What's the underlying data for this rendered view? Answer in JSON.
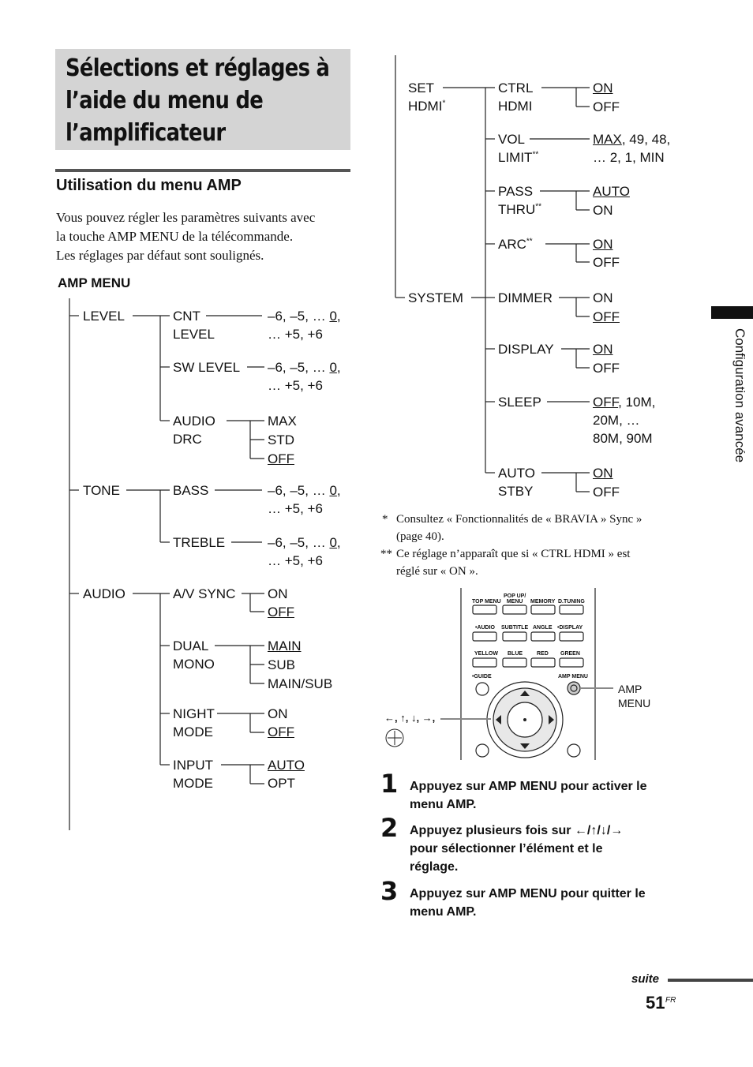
{
  "header": {
    "title_line1": "Sélections et réglages à",
    "title_line2": "l’aide du menu de",
    "title_line3": "l’amplificateur"
  },
  "section": {
    "heading": "Utilisation du menu AMP",
    "intro_1": "Vous pouvez régler les paramètres suivants avec",
    "intro_2": "la touche AMP MENU de la télécommande.",
    "intro_3": "Les réglages par défaut sont soulignés."
  },
  "amp_menu_label": "AMP MENU",
  "tree": {
    "level": "LEVEL",
    "cnt_1": "CNT",
    "cnt_2": "LEVEL",
    "range_pre": "–6, –5, … ",
    "range_zero": "0",
    "range_post": ",",
    "range_2": "… +5, +6",
    "sw_level": "SW LEVEL",
    "audio_drc_1": "AUDIO",
    "audio_drc_2": "DRC",
    "max": "MAX",
    "std": "STD",
    "off": "OFF",
    "on": "ON",
    "tone": "TONE",
    "bass": "BASS",
    "treble": "TREBLE",
    "audio": "AUDIO",
    "av_sync": "A/V SYNC",
    "dual_1": "DUAL",
    "dual_2": "MONO",
    "main": "MAIN",
    "sub": "SUB",
    "main_sub": "MAIN/SUB",
    "night_1": "NIGHT",
    "night_2": "MODE",
    "input_1": "INPUT",
    "input_2": "MODE",
    "auto": "AUTO",
    "opt": "OPT",
    "set_1": "SET",
    "set_2": "HDMI",
    "ctrl_1": "CTRL",
    "ctrl_2": "HDMI",
    "vol_1": "VOL",
    "vol_2": "LIMIT",
    "vol_max": "MAX",
    "vol_rest": ", 49, 48,",
    "vol_2b": "… 2, 1, MIN",
    "pass_1": "PASS",
    "pass_2": "THRU",
    "arc": "ARC",
    "system": "SYSTEM",
    "dimmer": "DIMMER",
    "display": "DISPLAY",
    "sleep": "SLEEP",
    "sleep_rest": ", 10M,",
    "sleep_2": "20M, …",
    "sleep_3": "80M, 90M",
    "auto_1": "AUTO",
    "auto_2": "STBY",
    "star1": "*",
    "star2": "**"
  },
  "notes": {
    "n1_mark": "*",
    "n1_line1": "Consultez « Fonctionnalités de « BRAVIA » Sync »",
    "n1_line2": "(page 40).",
    "n2_mark": "**",
    "n2_line1": "Ce réglage n’apparaît que si « CTRL HDMI » est",
    "n2_line2": "réglé sur « ON »."
  },
  "remote": {
    "top_menu": "TOP MENU",
    "popup_1": "POP UP/",
    "popup_2": "MENU",
    "memory": "MEMORY",
    "dtuning": "D.TUNING",
    "audio": "•AUDIO",
    "subtitle": "SUBTITLE",
    "angle": "ANGLE",
    "display": "•DISPLAY",
    "yellow": "YELLOW",
    "blue": "BLUE",
    "red": "RED",
    "green": "GREEN",
    "guide": "•GUIDE",
    "amp_menu": "AMP MENU",
    "callout_amp_1": "AMP",
    "callout_amp_2": "MENU",
    "callout_arrows": "←, ↑, ↓, →,"
  },
  "steps": [
    {
      "num": "1",
      "line1": "Appuyez sur AMP MENU pour activer le",
      "line2": "menu AMP."
    },
    {
      "num": "2",
      "line1": "Appuyez plusieurs fois sur ←/↑/↓/→",
      "line2": "pour sélectionner l’élément et le",
      "line3": "réglage."
    },
    {
      "num": "3",
      "line1": "Appuyez sur AMP MENU pour quitter le",
      "line2": "menu AMP."
    }
  ],
  "sidebar": {
    "tab_text": "Configuration avancée"
  },
  "footer": {
    "suite": "suite",
    "page_number": "51",
    "page_suffix": "FR"
  }
}
